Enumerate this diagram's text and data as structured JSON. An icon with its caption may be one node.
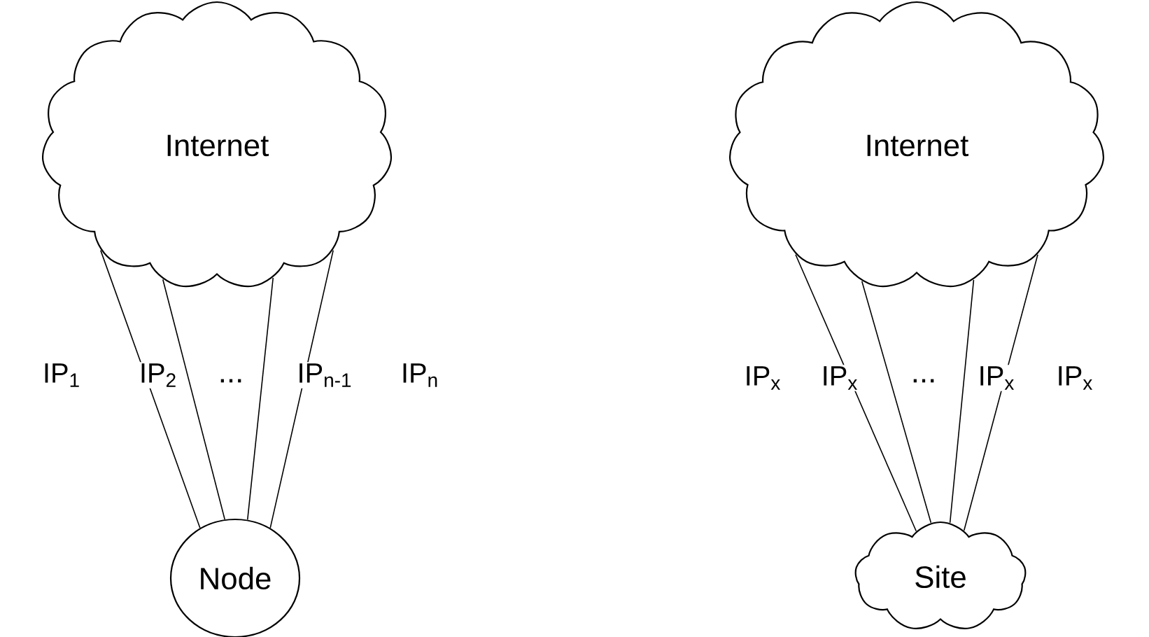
{
  "diagram": {
    "nodes": [
      {
        "text": [
          "Internet"
        ]
      },
      {
        "text": [
          "Node"
        ]
      },
      {
        "text": [
          "Internet"
        ]
      },
      {
        "text": [
          "Site"
        ]
      }
    ],
    "edges": [
      {
        "from": 0,
        "to": 1,
        "arrow": "none",
        "label": "IP$_{1}$"
      },
      {
        "from": 0,
        "to": 1,
        "arrow": "none",
        "label": "IP$_{2}$"
      },
      {
        "from": 0,
        "to": 1,
        "arrow": "none",
        "label": "IP$_{n-1}$"
      },
      {
        "from": 0,
        "to": 1,
        "arrow": "none",
        "label": "IP$_{n}$"
      },
      {
        "from": 2,
        "to": 3,
        "arrow": "none",
        "label": "IP$_{x}$"
      },
      {
        "from": 2,
        "to": 3,
        "arrow": "none",
        "label": "IP$_{x}$"
      },
      {
        "from": 2,
        "to": 3,
        "arrow": "none",
        "label": "IP$_{x}$"
      },
      {
        "from": 2,
        "to": 3,
        "arrow": "none",
        "label": "IP$_{x}$"
      }
    ],
    "labels": [
      "...",
      "..."
    ]
  }
}
